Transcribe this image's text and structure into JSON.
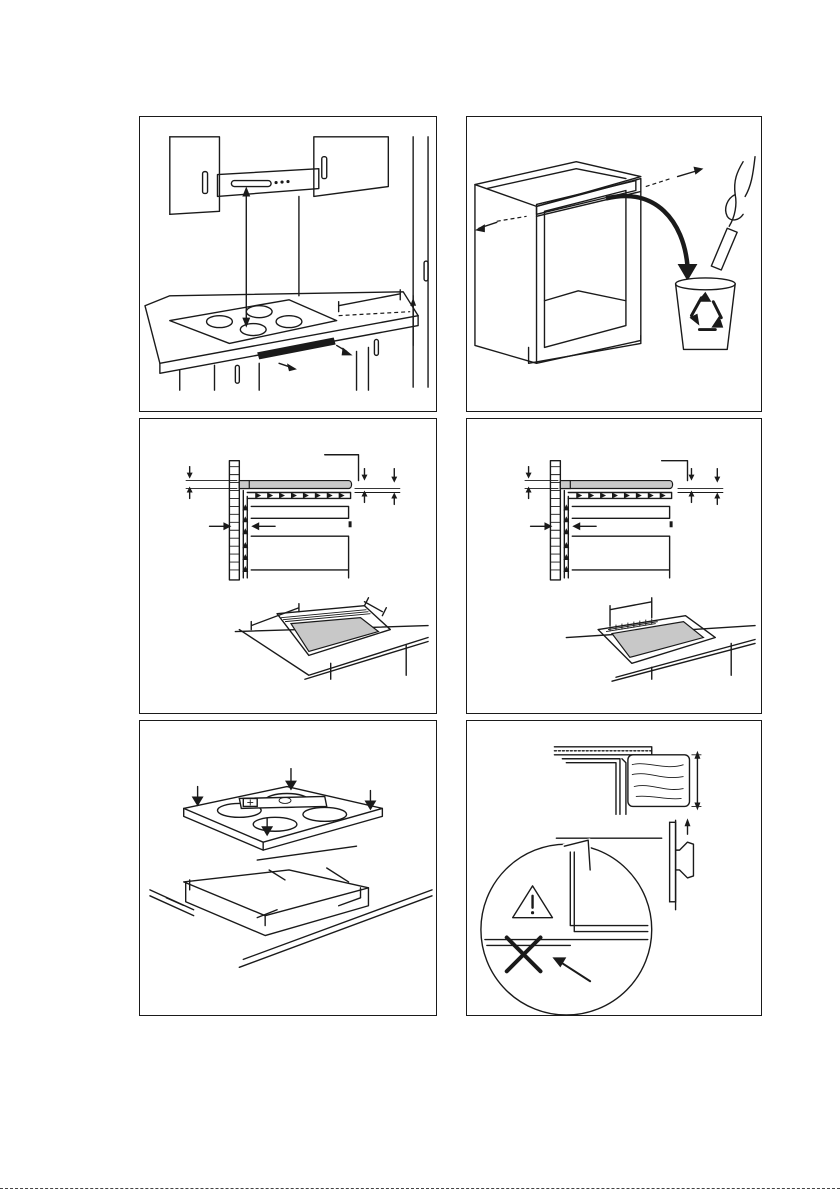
{
  "figures": [
    {
      "name": "hood-clearance"
    },
    {
      "name": "remove-cabinet-panel"
    },
    {
      "name": "ventilation-with-frame"
    },
    {
      "name": "ventilation-without-frame"
    },
    {
      "name": "install-hob-seal"
    },
    {
      "name": "worktop-drawer-warning"
    }
  ]
}
